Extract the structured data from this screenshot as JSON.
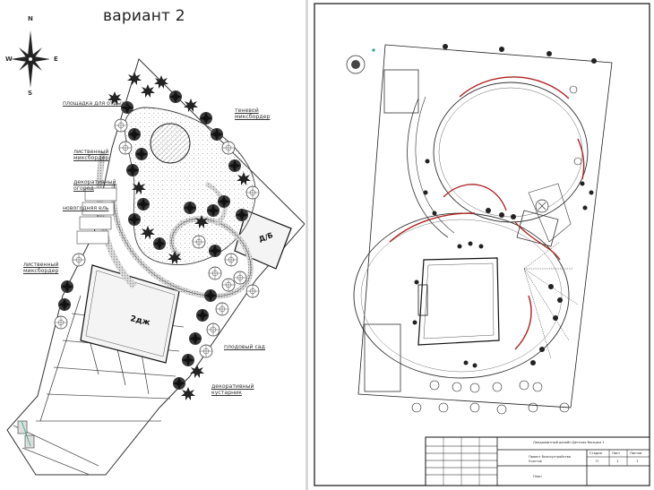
{
  "variant_title": "вариант 2",
  "compass": {
    "north": "N",
    "south": "S",
    "east": "E",
    "west": "W"
  },
  "left_labels": {
    "rest_area": "площадка для отдыха",
    "shade_mixborder": "теневой миксбордер",
    "leafy_mixborder": "лиственный миксбордер",
    "decorative_garden": "декоративный огород",
    "christmas_tree": "новогодняя ель",
    "leafy_mixborder_2": "лиственный миксбордер",
    "fruit_garden": "плодовый сад",
    "decorative_shrubs": "декоративный кустарник"
  },
  "building_labels": {
    "main_house": "2дж",
    "bath_house": "Д/Б"
  },
  "right_plan": {
    "title_block": {
      "project_title": "Ландшафтный дизайн Детская беседка 1",
      "object_name": "Проект благоустройства",
      "location": "Участок",
      "sheet_name": "План",
      "stage_label": "Стадия",
      "sheet_label": "Лист",
      "sheets_label": "Листов",
      "stage_value": "П",
      "sheet_value": "1",
      "sheets_value": "1"
    }
  }
}
